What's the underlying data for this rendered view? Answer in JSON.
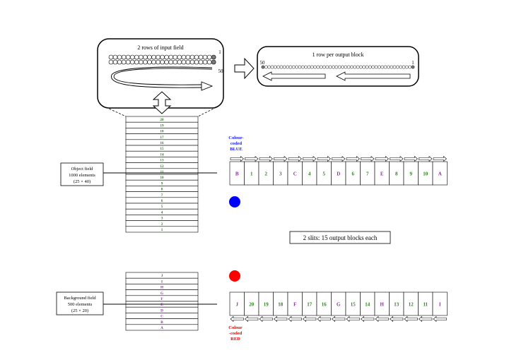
{
  "input_panel": {
    "title": "2 rows of input field",
    "label_start": "1",
    "label_end": "50",
    "circles_per_row": 25
  },
  "output_panel": {
    "title": "1 row per output block",
    "label_left": "50",
    "label_right": "1",
    "circle_count": 50
  },
  "object_stack": {
    "rows": [
      "20",
      "19",
      "18",
      "17",
      "16",
      "15",
      "14",
      "13",
      "12",
      "11",
      "10",
      "9",
      "8",
      "7",
      "6",
      "5",
      "4",
      "3",
      "2",
      "1"
    ],
    "color": "#2e7d1f"
  },
  "background_stack": {
    "rows": [
      "J",
      "I",
      "H",
      "G",
      "F",
      "E",
      "D",
      "C",
      "B",
      "A"
    ],
    "color": "#8a2d9c"
  },
  "object_box": {
    "line1": "Object field",
    "line2": "1000 elements",
    "line3": "(25 × 40)"
  },
  "background_box": {
    "line1": "Background field",
    "line2": "500 elements",
    "line3": "(25 × 20)"
  },
  "blue_label": {
    "line1": "Colour-",
    "line2": "coded",
    "line3": "BLUE",
    "color": "#1a1aff"
  },
  "red_label": {
    "line1": "Colour",
    "line2": "-coded",
    "line3": "RED",
    "color": "#e60000"
  },
  "top_blocks": [
    {
      "t": "B",
      "k": "bg"
    },
    {
      "t": "1",
      "k": "obj"
    },
    {
      "t": "2",
      "k": "obj"
    },
    {
      "t": "3",
      "k": "obj"
    },
    {
      "t": "C",
      "k": "bg"
    },
    {
      "t": "4",
      "k": "obj"
    },
    {
      "t": "5",
      "k": "obj"
    },
    {
      "t": "D",
      "k": "bg"
    },
    {
      "t": "6",
      "k": "obj"
    },
    {
      "t": "7",
      "k": "obj"
    },
    {
      "t": "E",
      "k": "bg"
    },
    {
      "t": "8",
      "k": "obj"
    },
    {
      "t": "9",
      "k": "obj"
    },
    {
      "t": "10",
      "k": "obj"
    },
    {
      "t": "A",
      "k": "bg"
    }
  ],
  "bottom_blocks": [
    {
      "t": "J",
      "k": "bg"
    },
    {
      "t": "20",
      "k": "obj"
    },
    {
      "t": "19",
      "k": "obj"
    },
    {
      "t": "18",
      "k": "obj"
    },
    {
      "t": "F",
      "k": "bg"
    },
    {
      "t": "17",
      "k": "obj"
    },
    {
      "t": "16",
      "k": "obj"
    },
    {
      "t": "G",
      "k": "bg"
    },
    {
      "t": "15",
      "k": "obj"
    },
    {
      "t": "14",
      "k": "obj"
    },
    {
      "t": "H",
      "k": "bg"
    },
    {
      "t": "13",
      "k": "obj"
    },
    {
      "t": "12",
      "k": "obj"
    },
    {
      "t": "11",
      "k": "obj"
    },
    {
      "t": "I",
      "k": "bg"
    }
  ],
  "slits_caption": "2 slits: 15 output blocks each",
  "colors": {
    "blue_dot": "#0000ff",
    "red_dot": "#ff0000",
    "object_text": "#2e7d1f",
    "background_text": "#8a2d9c",
    "dark_circle": "#7a7a7a"
  }
}
